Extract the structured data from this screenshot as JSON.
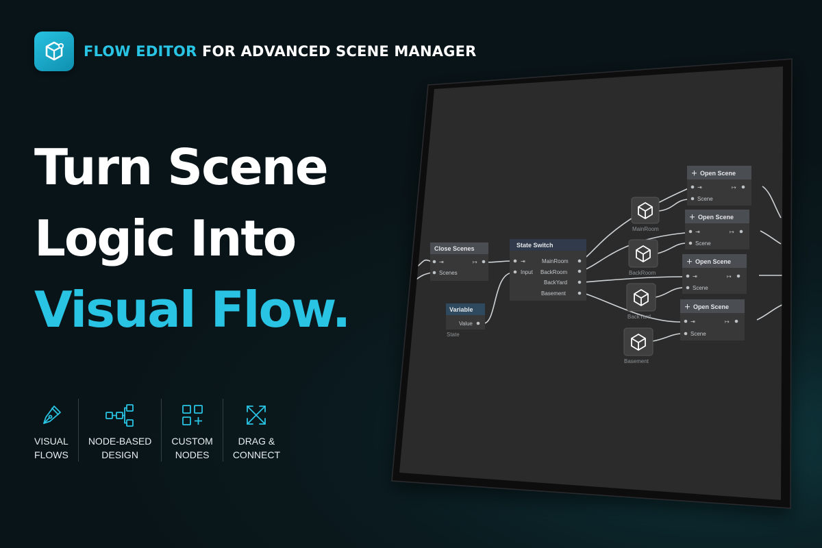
{
  "header": {
    "brand_accent": "FLOW EDITOR",
    "brand_rest": "FOR ADVANCED SCENE MANAGER",
    "logo_icon": "cube-icon"
  },
  "headline": {
    "line1": "Turn Scene",
    "line2": "Logic Into",
    "line3": "Visual Flow."
  },
  "features": [
    {
      "icon": "pen-nib-icon",
      "line1": "VISUAL",
      "line2": "FLOWS"
    },
    {
      "icon": "node-tree-icon",
      "line1": "NODE-BASED",
      "line2": "DESIGN"
    },
    {
      "icon": "grid-plus-icon",
      "line1": "CUSTOM",
      "line2": "NODES"
    },
    {
      "icon": "arrows-expand-icon",
      "line1": "DRAG &",
      "line2": "CONNECT"
    }
  ],
  "graph": {
    "close_scenes": {
      "title": "Close Scenes",
      "port": "Scenes"
    },
    "state_switch": {
      "title": "State Switch",
      "input": "Input",
      "outputs": [
        "MainRoom",
        "BackRoom",
        "BackYard",
        "Basement"
      ]
    },
    "variable": {
      "title": "Variable",
      "port": "Value",
      "name": "State"
    },
    "scene_assets": [
      "MainRoom",
      "BackRoom",
      "BackYard",
      "Basement"
    ],
    "open_scene": {
      "title": "Open Scene",
      "port": "Scene"
    }
  },
  "colors": {
    "accent": "#29c4e4",
    "background": "#0a1a1e",
    "canvas": "#2b2b2b",
    "node_body": "#383838",
    "node_header": "#4a4d52"
  }
}
